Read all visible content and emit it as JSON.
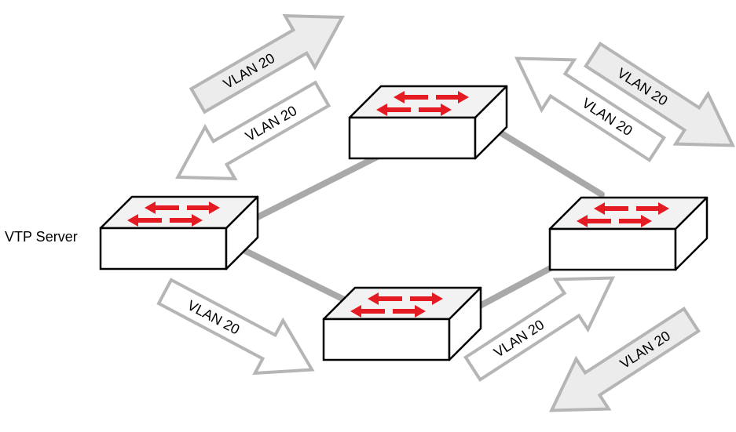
{
  "server_label": "VTP Server",
  "arrow_label": "VLAN 20",
  "colors": {
    "arrow_stroke": "#b5b5b5",
    "arrow_fill_solid": "#ececec",
    "arrow_fill_outline": "#ffffff",
    "link": "#a9a9a9",
    "switch_arrow": "#e41b23",
    "switch_top": "#f2f2f2",
    "switch_front": "#ffffff",
    "switch_side": "#ffffff",
    "switch_stroke": "#000000"
  },
  "switches": [
    "switch-vtp-server",
    "switch-top",
    "switch-bottom",
    "switch-right"
  ],
  "arrows": [
    {
      "name": "arrow-top-left-outgoing",
      "style": "solid"
    },
    {
      "name": "arrow-top-left-incoming",
      "style": "outline"
    },
    {
      "name": "arrow-bottom-left-outgoing",
      "style": "outline"
    },
    {
      "name": "arrow-top-right-incoming",
      "style": "outline"
    },
    {
      "name": "arrow-top-right-outgoing",
      "style": "solid"
    },
    {
      "name": "arrow-bottom-right-outgoing",
      "style": "outline"
    },
    {
      "name": "arrow-bottom-right-incoming",
      "style": "solid"
    }
  ]
}
